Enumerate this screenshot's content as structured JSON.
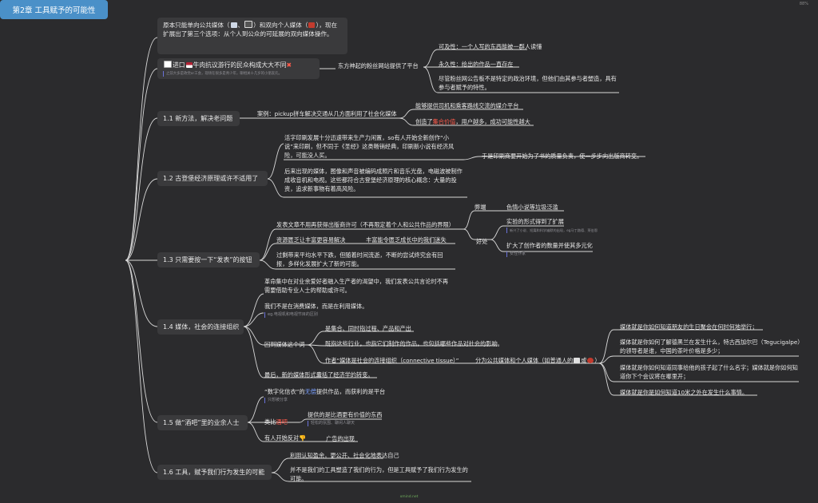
{
  "corner": "88%",
  "footer": "xmind.net",
  "root": "第2章 工具赋予的可能性",
  "n0": {
    "a": "原本只能单向公共媒体（",
    "b": "、",
    "c": "）和双向个人媒体（",
    "d": "），现在扩展出了第三个选项：从个人到公众的可延展的双向媒体操作。"
  },
  "n_korea": {
    "a": "进口",
    "b": "牛肉抗议游行的民众构成大大不同",
    "note": "之前大多是政党or工会，现场在很多是青少年，聊相关十几岁的小朋友孔。"
  },
  "n_korea_child": "东方神起的粉丝网站提供了平台",
  "n_korea_leaves": [
    "可及性：一个人写的东西能被一群人读懂",
    "永久性：给出的作品一直存在",
    "尽管粉丝网公告板不是特定的政治环境，但他们由其参与者塑造，具有参与者赋予的特性。"
  ],
  "s11": {
    "title": "1.1 新方法，解决老问题",
    "case": "案例：pickup拼车解决交通从几方面利用了社会化媒体",
    "l1": "能够提供司机和乘客路线交流的媒介平台",
    "l2a": "创造了",
    "l2b": "集合价值",
    "l2c": "，用户越多，成功可能性越大"
  },
  "s12": {
    "title": "1.2 古登堡经济原理或许不适用了",
    "p1": "活字印刷发展十分迅速带来生产力闲置，so有人开始全新创作“小说”来印刷，但不同于《圣经》这类畅销经典，印刷新小说有经济风险，可能没人买。",
    "p1_child": "于是印刷商要开始为了书的质量负责，使一步步向出版商转变。",
    "p2": "后来出现的媒体，图像和声音被编码成照片和音乐光盘，电磁波被制作成收音机和电视。这些都符合古登堡经济原理的核心概念：大量的投资，追求新事物有着高风险。"
  },
  "s13": {
    "title": "1.3 只需要按一下“发表”的按钮",
    "a": "发表文章不用再获得出版商许可（不再限定着个人和公共作品的界限）",
    "bad": "弊端",
    "bad_leaf": "色情小说等垃圾泛滥",
    "good": "好处",
    "good1": "实验的形式得到了扩展",
    "good1_note": "新兴了小说、短篇和科学幽默的出现，eg马丁路德、莱伯恩",
    "good2": "扩大了创作者的数量并使其多元化",
    "good2_note": "女性作家",
    "b": "资源匮乏让丰富更容易解决",
    "b_child": "丰富能令匮乏成长中的我们迷失",
    "c": "过剩带来平均水平下跌，但随着时间流逝，不断的尝试终究会有回报，多样化发展扩大了新的可能。"
  },
  "s14": {
    "title": "1.4 媒体，社会的连接组织",
    "a": "革命集中在对业余爱好者融入生产者的渴望中，我们发表公共言论时不再需要借助专业人士的帮助或许可。",
    "b": "我们不是在消费媒体，而是在利用媒体。",
    "b_note": "eg.电视机和电视节目的区别",
    "c": "回到媒体这个词",
    "c1": "是集合、同时指过程、产品和产出",
    "c2": "既指这些行业，也指它们制作的作品，也包括哪些作品对社会的影响。",
    "c3a": "作者“媒体是社会的连接组织（connective tissue）”",
    "c3b": "分为公共媒体和个人媒体（如普通人的",
    "c3c": "或",
    "c3d": "）",
    "r1": "媒体就是你如何知道朋友的生日聚会在何时何地举行；",
    "r2": "媒体就是你如何了解德黑兰在发生什么，特古西加尔巴（Tegucigalpe）的领导者是谁，中国的茶叶价格是多少；",
    "r3": "媒体就是你如何知道同事给他的孩子起了什么名字；媒体就是你如何知道你下个会议将在哪里开；",
    "r4": "媒体就是你是如何知道10米之外在发生什么事情。",
    "d": "最后，新的媒体形式囊括了经济学的转变。"
  },
  "s15": {
    "title": "1.5 做“酒吧”里的业余人士",
    "a1": "“数字化信衣”的",
    "a2": "无偿",
    "a3": "提供作品，而获利的是平台",
    "a_note": "只想被分享",
    "b1": "类比",
    "b2": "酒吧",
    "b_child": "提供的是比酒更有价值的东西",
    "b_note": "轻松的氛围、聊闲人聊天",
    "c": "有人开始反对",
    "c_child": "广告的出现"
  },
  "s16": {
    "title": "1.6 工具，赋予我们行为发生的可能",
    "a": "利用认知盈余，更公开、社会化地表达自己",
    "b": "并不是我们的工具塑造了我们的行为，但是工具赋予了我们行为发生的可能。"
  },
  "icons": [
    "book-icon",
    "clapper-icon",
    "gift-icon",
    "korea-flag-icon",
    "us-flag-icon",
    "cross-mark-icon",
    "thumbs-down-icon",
    "tv-icon",
    "red-circle-icon"
  ],
  "colors": {
    "background": "#2b2b2d",
    "root": "#4a90c8",
    "node_box": "#3a3a3c",
    "line": "#d8d8d8",
    "accent_red": "#ff5a4a",
    "accent_blue": "#7aa0ff",
    "note_bar": "#6a72d8"
  }
}
